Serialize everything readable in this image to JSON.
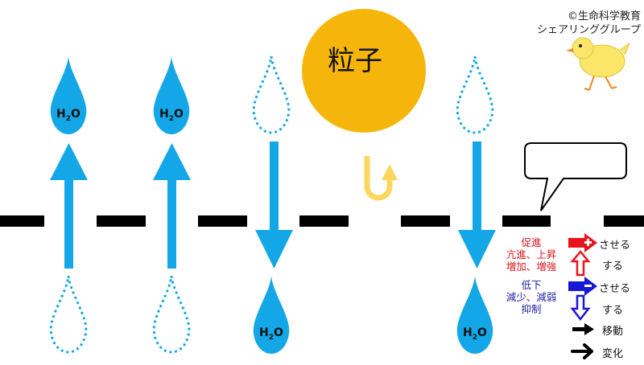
{
  "credit": {
    "line1": "©生命科学教育",
    "line2": "シェアリンググループ"
  },
  "particle": {
    "label": "粒子",
    "color": "#f5b50a"
  },
  "molecule_label_parts": [
    "H",
    "2",
    "O"
  ],
  "colors": {
    "water": "#14a7e8",
    "membrane": "#000000",
    "bounce_arrow": "#fbd75e",
    "promote": "#e8141c",
    "suppress": "#1717d6"
  },
  "legend": {
    "promote_words": [
      "促進",
      "亢進、上昇",
      "増加、増強"
    ],
    "suppress_words": [
      "低下",
      "減少、減弱",
      "抑制"
    ],
    "promote_plus": "させる",
    "promote_outline": "する",
    "suppress_minus": "させる",
    "suppress_outline": "する",
    "move": "移動",
    "change": "変化"
  },
  "speech_bubble_text": ""
}
